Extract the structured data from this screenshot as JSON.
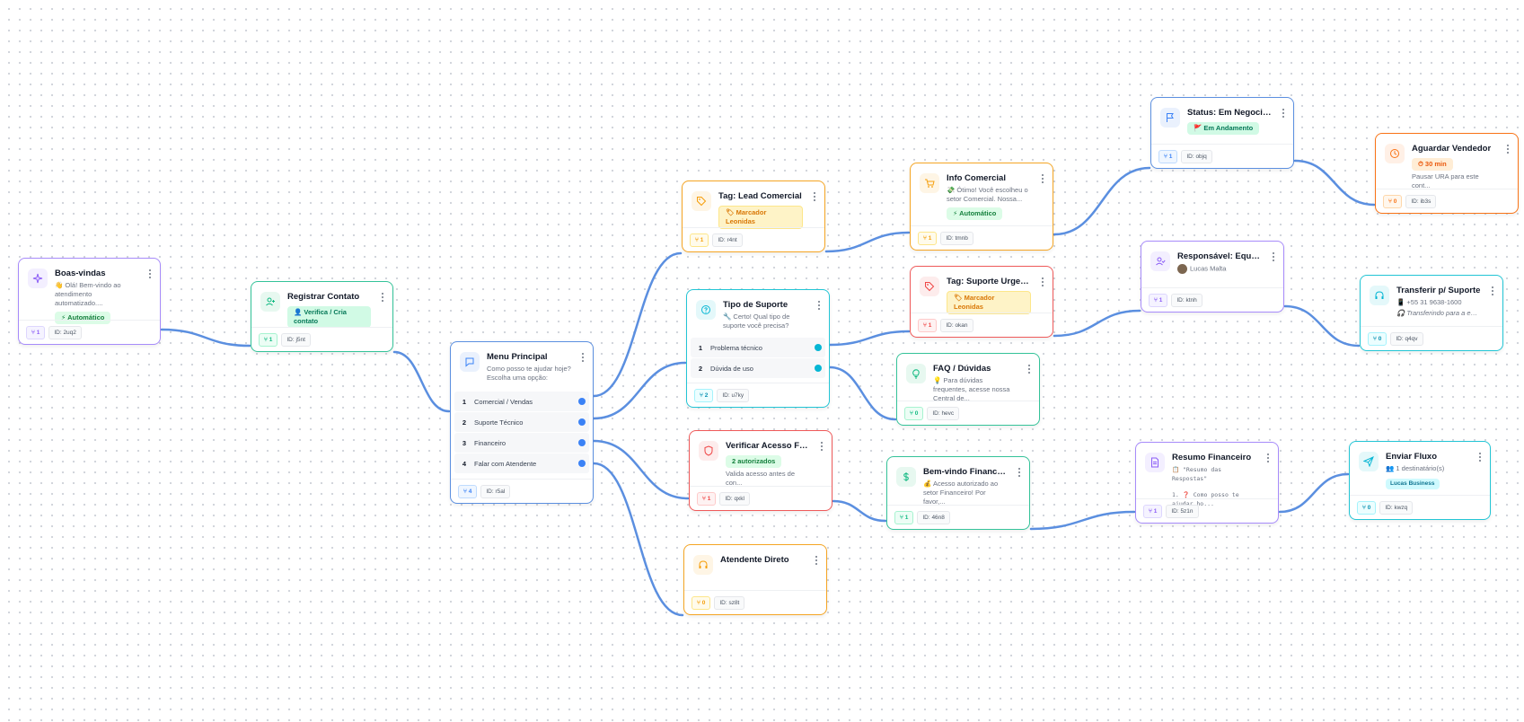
{
  "colors": {
    "edge": "#5b8fe0",
    "purple": "#a78bfa",
    "green": "#34c399",
    "blue": "#5b8fe0",
    "orange": "#f5a524",
    "cyan": "#22c5d5",
    "red": "#ef5a5a",
    "orange2": "#f97316"
  },
  "nodes": {
    "boas_vindas": {
      "title": "Boas-vindas",
      "desc": "👋 Olá! Bem-vindo ao atendimento automatizado....",
      "badge": "⚡ Automático",
      "count": "1",
      "id": "ID: 2uq2",
      "icon": "sparkle-icon"
    },
    "registrar": {
      "title": "Registrar Contato",
      "badge": "👤 Verifica / Cria contato",
      "count": "1",
      "id": "ID: j5nt",
      "icon": "user-plus-icon"
    },
    "menu": {
      "title": "Menu Principal",
      "desc": "Como posso te ajudar hoje? Escolha uma opção:",
      "options": [
        {
          "n": "1",
          "label": "Comercial / Vendas"
        },
        {
          "n": "2",
          "label": "Suporte Técnico"
        },
        {
          "n": "3",
          "label": "Financeiro"
        },
        {
          "n": "4",
          "label": "Falar com Atendente"
        }
      ],
      "count": "4",
      "id": "ID: r5al",
      "icon": "chat-icon"
    },
    "tag_lead": {
      "title": "Tag: Lead Comercial",
      "badge": "🏷 Marcador Leonidas",
      "count": "1",
      "id": "ID: r4nt",
      "icon": "tag-icon"
    },
    "tipo_suporte": {
      "title": "Tipo de Suporte",
      "desc": "🔧 Certo! Qual tipo de suporte você precisa?",
      "options": [
        {
          "n": "1",
          "label": "Problema técnico"
        },
        {
          "n": "2",
          "label": "Dúvida de uso"
        }
      ],
      "count": "2",
      "id": "ID: u7ky",
      "icon": "help-circle-icon"
    },
    "verificar": {
      "title": "Verificar Acesso Finan...",
      "badge": "2 autorizados",
      "desc": "Valida acesso antes de con...",
      "count": "1",
      "id": "ID: qxkl",
      "icon": "shield-icon"
    },
    "atendente": {
      "title": "Atendente Direto",
      "count": "0",
      "id": "ID: sz8t",
      "icon": "headphones-icon"
    },
    "info_comercial": {
      "title": "Info Comercial",
      "desc": "💸 Ótimo! Você escolheu o setor Comercial. Nossa...",
      "badge": "⚡ Automático",
      "count": "1",
      "id": "ID: tmnb",
      "icon": "cart-icon"
    },
    "tag_suporte": {
      "title": "Tag: Suporte Urgente",
      "badge": "🏷 Marcador Leonidas",
      "count": "1",
      "id": "ID: okan",
      "icon": "tag-icon"
    },
    "faq": {
      "title": "FAQ / Dúvidas",
      "desc": "💡 Para dúvidas frequentes, acesse nossa Central de...",
      "count": "0",
      "id": "ID: hevc",
      "icon": "lightbulb-icon"
    },
    "bem_fin": {
      "title": "Bem-vindo Financeiro",
      "desc": "💰 Acesso autorizado ao setor Financeiro! Por favor,...",
      "count": "1",
      "id": "ID: 46n8",
      "icon": "dollar-icon"
    },
    "status": {
      "title": "Status: Em Negociação",
      "badge": "🚩 Em Andamento",
      "count": "1",
      "id": "ID: objq",
      "icon": "flag-icon"
    },
    "responsavel": {
      "title": "Responsável: Equipe T...",
      "person": "Lucas Malta",
      "count": "1",
      "id": "ID: ktnh",
      "icon": "user-check-icon"
    },
    "resumo": {
      "title": "Resumo Financeiro",
      "desc": "📋 \"Resumo das Respostas\"",
      "desc2": "1. ❓ Como posso te ajudar ho...",
      "count": "1",
      "id": "ID: 5z1n",
      "icon": "document-icon"
    },
    "aguardar": {
      "title": "Aguardar Vendedor",
      "badge": "⏱ 30 min",
      "desc": "Pausar URA para este cont...",
      "count": "0",
      "id": "ID: ib3s",
      "icon": "clock-icon"
    },
    "transferir": {
      "title": "Transferir p/ Suporte",
      "line1": "📱 +55 31 9638-1600",
      "line2": "🎧 Transferindo para a equ...",
      "count": "0",
      "id": "ID: q4qv",
      "icon": "headset-icon"
    },
    "enviar": {
      "title": "Enviar Fluxo",
      "line1": "👥 1 destinatário(s)",
      "badge": "Lucas Business",
      "count": "0",
      "id": "ID: kwzq",
      "icon": "send-icon"
    }
  }
}
